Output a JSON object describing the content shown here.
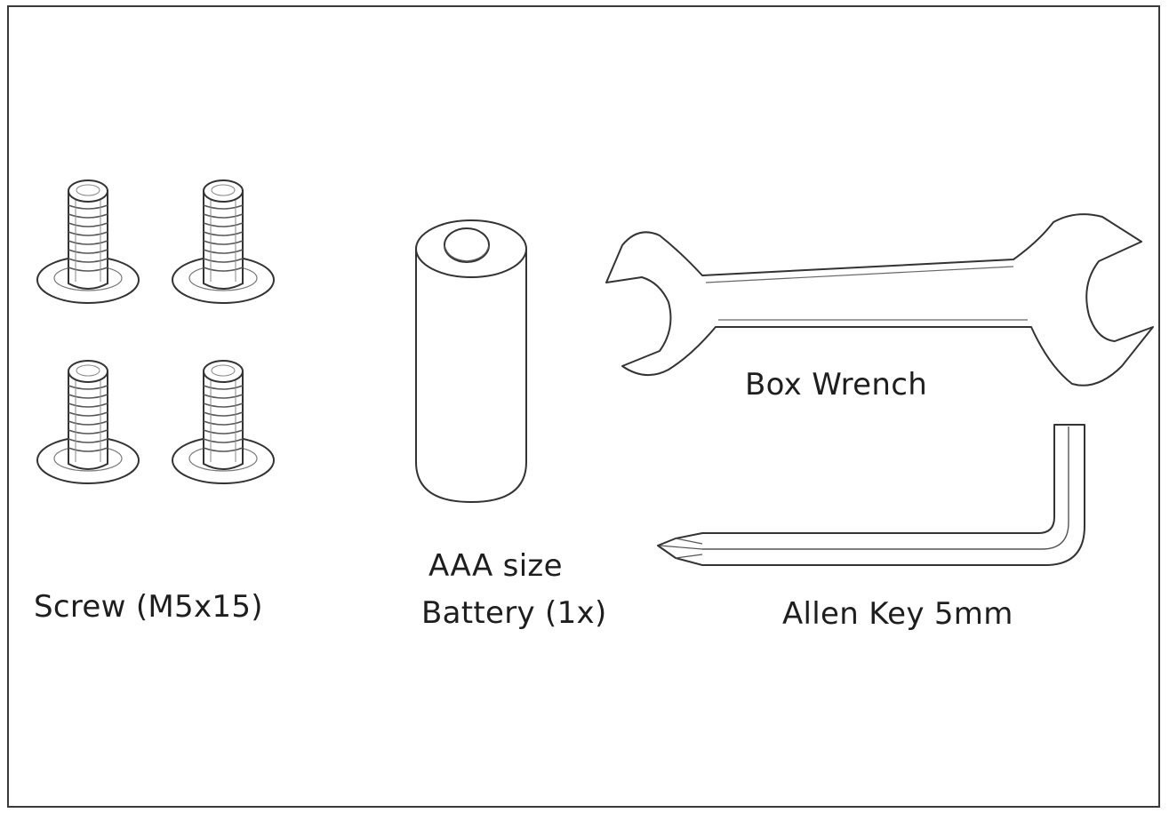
{
  "parts": {
    "screw": {
      "label": "Screw (M5x15)",
      "icon": "screw-icon"
    },
    "battery": {
      "label_line1": "AAA size",
      "label_line2": "Battery (1x)",
      "icon": "battery-icon"
    },
    "wrench": {
      "label": "Box Wrench",
      "icon": "wrench-icon"
    },
    "allen_key": {
      "label": "Allen Key 5mm",
      "icon": "allen-key-icon"
    }
  },
  "colors": {
    "line": "#333333",
    "frame": "#3a3a3a",
    "text": "#1e1e1e"
  }
}
